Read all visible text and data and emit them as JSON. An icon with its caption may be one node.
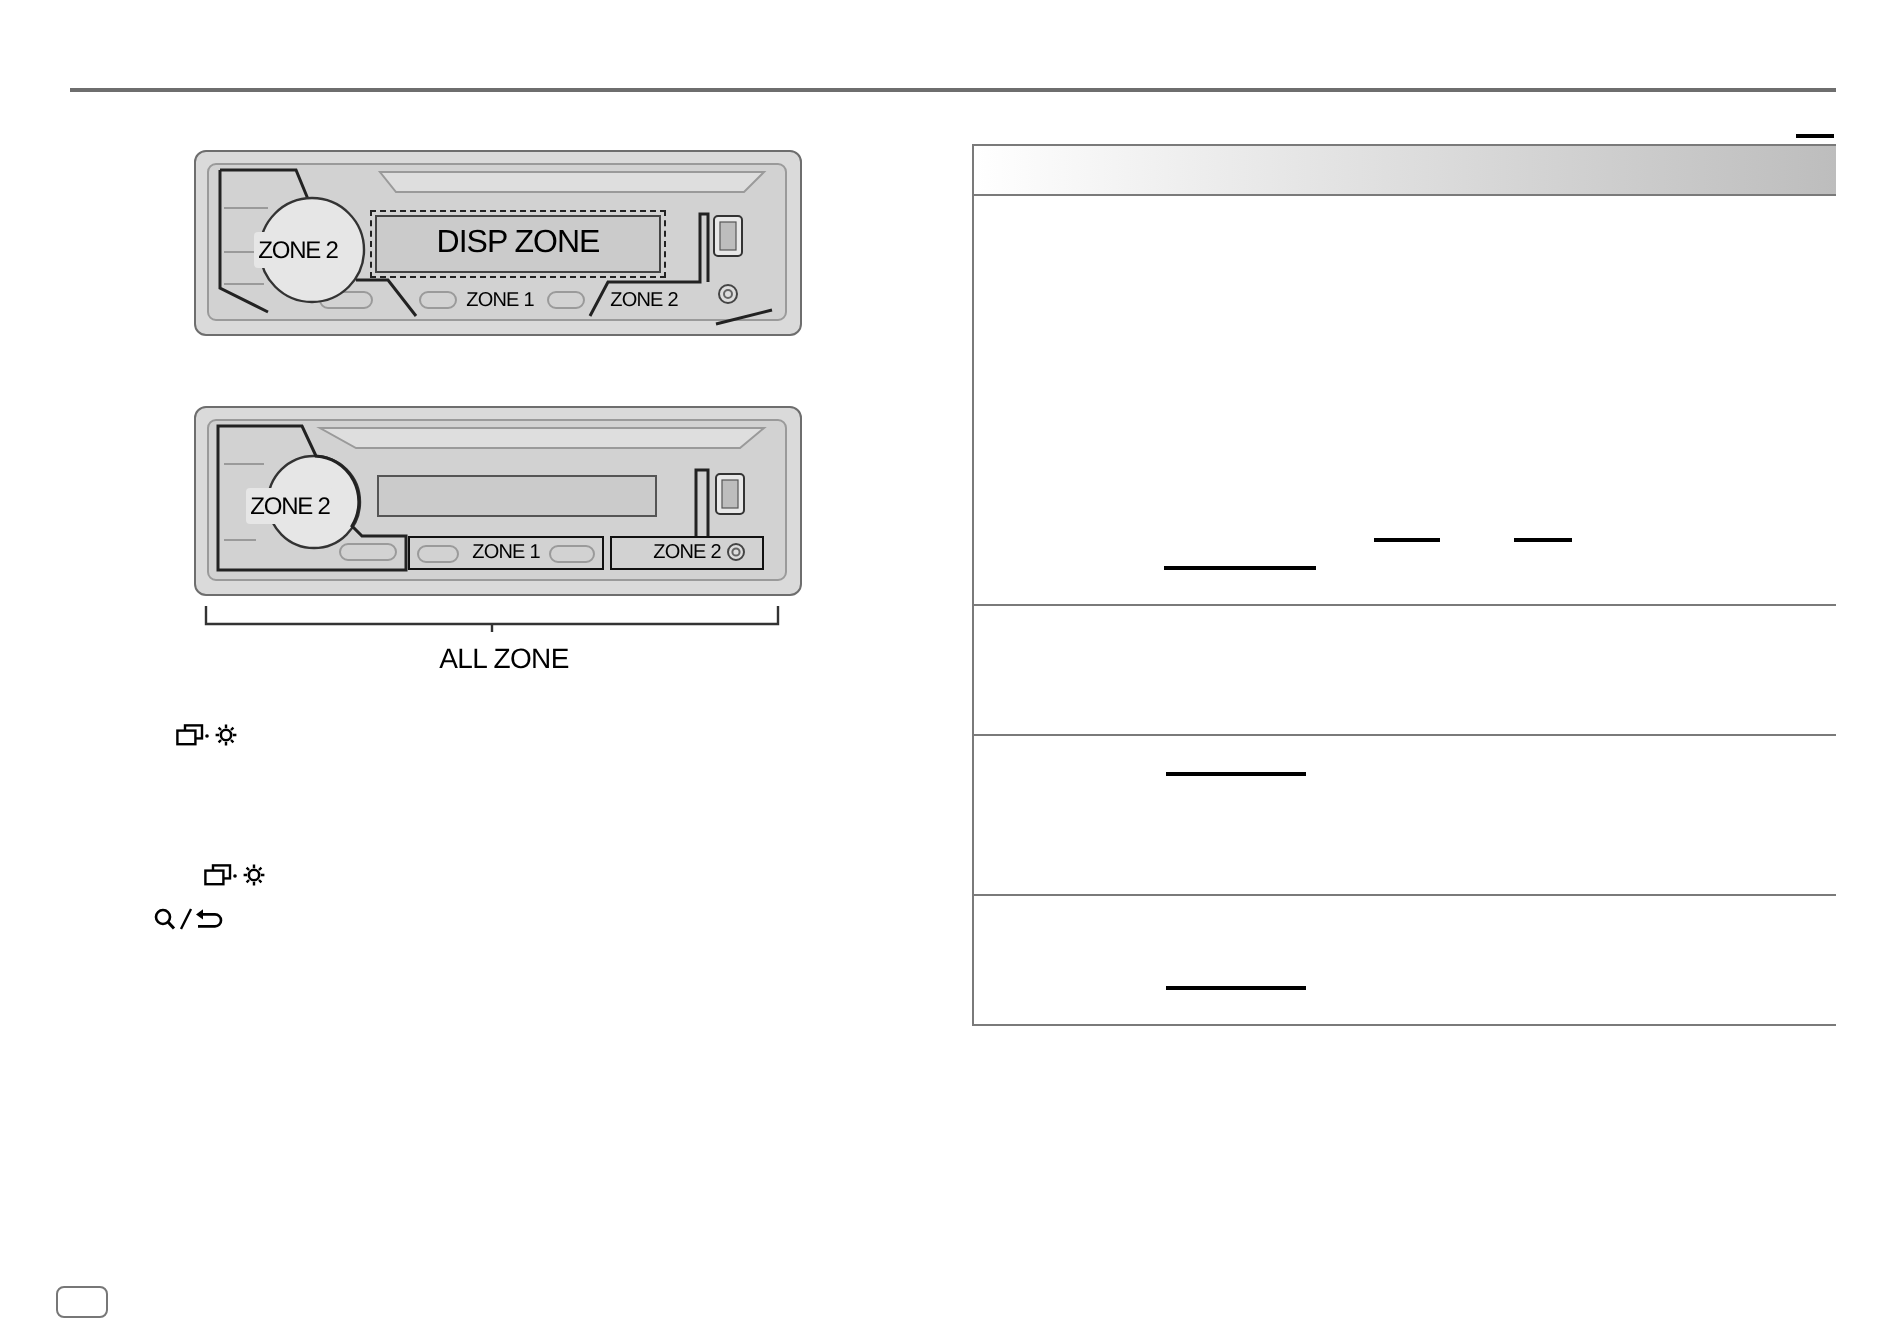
{
  "diagram": {
    "nodes": [
      {
        "text": [],
        "shape": "picture"
      },
      {
        "text": [
          "ZONE 2"
        ],
        "in": 0
      },
      {
        "text": [
          "DISP ZONE"
        ],
        "in": 0
      },
      {
        "text": [
          "ZONE 1"
        ],
        "in": 0
      },
      {
        "text": [
          "ZONE 2"
        ],
        "in": 0
      },
      {
        "text": [],
        "shape": "picture"
      },
      {
        "text": [
          "ZONE 2"
        ],
        "in": 5
      },
      {
        "text": [
          "ZONE 1"
        ],
        "in": 5
      },
      {
        "text": [
          "ZONE 2"
        ],
        "in": 5
      }
    ],
    "labels": [
      "ALL ZONE"
    ]
  }
}
